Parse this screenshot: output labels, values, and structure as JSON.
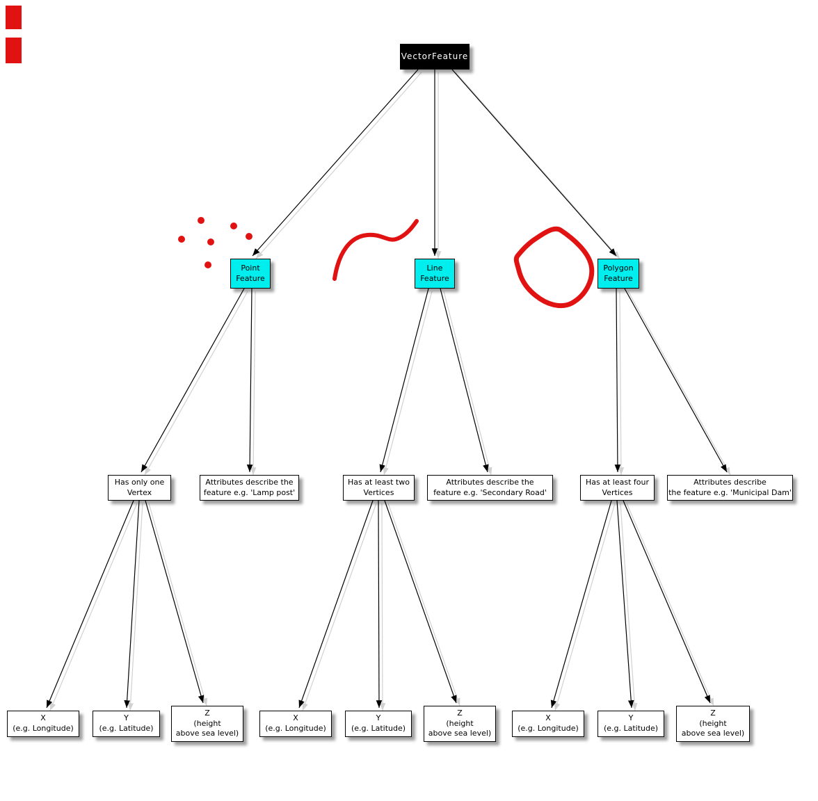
{
  "root": {
    "label": "VectorFeature"
  },
  "branches": [
    {
      "feature": "Point\nFeature",
      "vertex_rule": "Has only one\nVertex",
      "attributes": "Attributes describe the\nfeature e.g. 'Lamp post'",
      "x": "X\n(e.g. Longitude)",
      "y": "Y\n(e.g. Latitude)",
      "z": "Z\n(height\nabove sea level)"
    },
    {
      "feature": "Line\nFeature",
      "vertex_rule": "Has at least two\nVertices",
      "attributes": "Attributes describe the\nfeature e.g. 'Secondary Road'",
      "x": "X\n(e.g. Longitude)",
      "y": "Y\n(e.g. Latitude)",
      "z": "Z\n(height\nabove sea level)"
    },
    {
      "feature": "Polygon\nFeature",
      "vertex_rule": "Has at least four\nVertices",
      "attributes": "Attributes describe\nthe feature e.g. 'Municipal Dam'",
      "x": "X\n(e.g. Longitude)",
      "y": "Y\n(e.g. Latitude)",
      "z": "Z\n(height\nabove sea level)"
    }
  ],
  "annotations": {
    "point_example": "scattered-red-dots",
    "line_example": "red-freehand-curve",
    "polygon_example": "red-freehand-closed-shape",
    "corner_marks": "red-corner-marks"
  },
  "colors": {
    "root_bg": "#000000",
    "root_text": "#ffffff",
    "feature_bg": "#00eeee",
    "node_bg": "#ffffff",
    "node_border": "#000000",
    "edge": "#000000",
    "edge_shadow": "#bdbdbd",
    "annotation_red": "#e11212"
  }
}
